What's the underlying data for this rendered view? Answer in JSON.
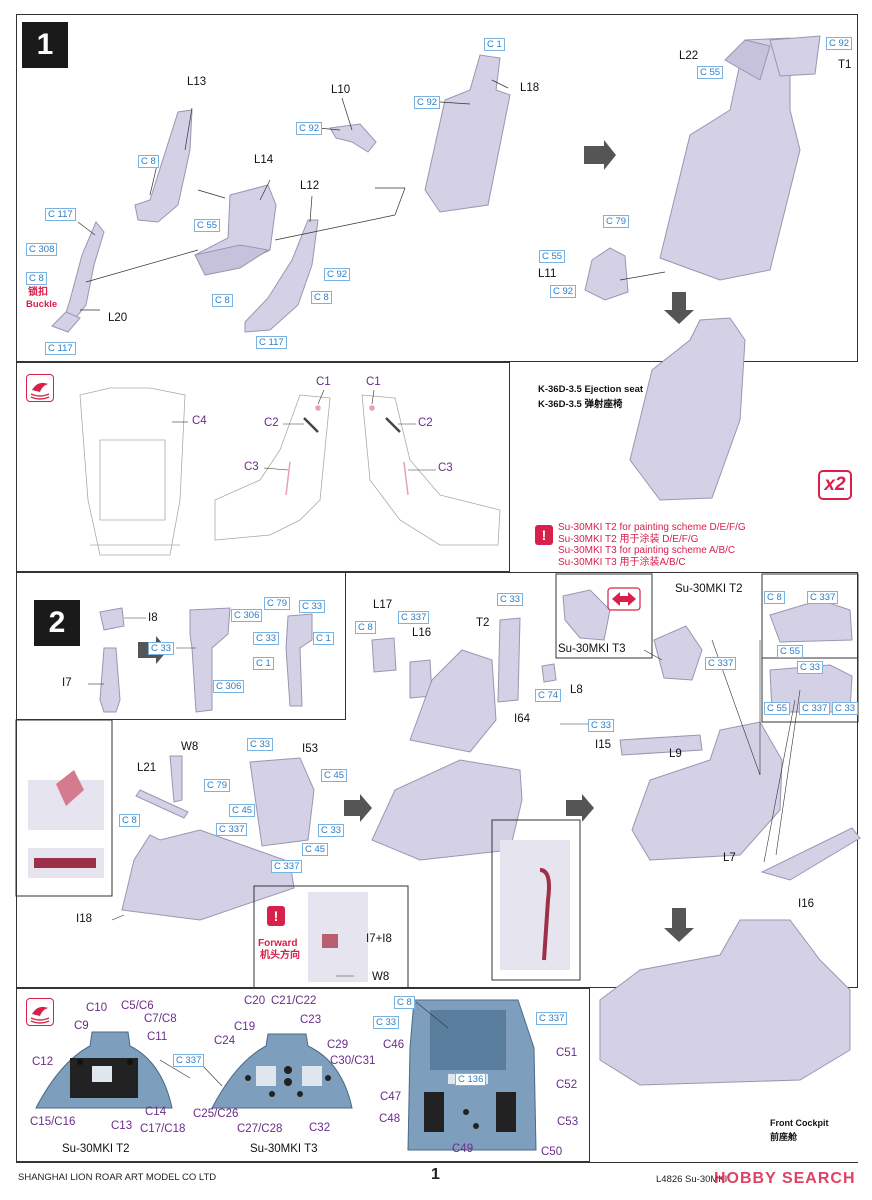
{
  "step1": {
    "number": "1",
    "labels": {
      "L13": "L13",
      "L10": "L10",
      "L18": "L18",
      "L14": "L14",
      "L12": "L12",
      "L20": "L20",
      "L22": "L22",
      "T1": "T1",
      "L11": "L11"
    },
    "tags": {
      "c1": "C 1",
      "c92a": "C 92",
      "c92b": "C 92",
      "c8a": "C 8",
      "c117a": "C 117",
      "c308": "C 308",
      "c8b": "C 8",
      "c55a": "C 55",
      "c92c": "C 92",
      "c8c": "C 8",
      "c8d": "C 8",
      "c117b": "C 117",
      "c117c": "C 117",
      "c92d": "C 92",
      "c55b": "C 55",
      "c79": "C 79",
      "c55c": "C 55",
      "c92e": "C 92"
    },
    "buckle_cn": "锁扣",
    "buckle_en": "Buckle",
    "seat_caption_en": "K-36D-3.5 Ejection seat",
    "seat_caption_cn": "K-36D-3.5 弹射座椅",
    "quantity": "x2"
  },
  "paint_detail": {
    "C4": "C4",
    "C1a": "C1",
    "C2a": "C2",
    "C3a": "C3",
    "C1b": "C1",
    "C2b": "C2",
    "C3b": "C3"
  },
  "notice": {
    "lines": [
      "Su-30MKI T2 for painting  scheme D/E/F/G",
      "Su-30MKI T2 用于涂装 D/E/F/G",
      "Su-30MKI T3 for painting  scheme A/B/C",
      "Su-30MKI T3 用于涂装A/B/C"
    ]
  },
  "step2": {
    "number": "2",
    "labels": {
      "I8": "I8",
      "I7": "I7",
      "L17": "L17",
      "L16": "L16",
      "T2": "T2",
      "L8": "L8",
      "I64": "I64",
      "I15": "I15",
      "L9": "L9",
      "L7": "L7",
      "I16": "I16",
      "L21": "L21",
      "W8": "W8",
      "I53": "I53",
      "I18": "I18",
      "I7I8": "I7+I8",
      "W8b": "W8",
      "T3": "Su-30MKI T3",
      "T2name": "Su-30MKI T2"
    },
    "tags": {
      "c306a": "C 306",
      "c79a": "C 79",
      "c33a": "C 33",
      "c33b": "C 33",
      "c1a": "C 1",
      "c33c": "C 33",
      "c1b": "C 1",
      "c306b": "C 306",
      "c8e": "C 8",
      "c337a": "C 337",
      "c33d": "C 33",
      "c74": "C 74",
      "c33e": "C 33",
      "c8f": "C 8",
      "c337b": "C 337",
      "c55d": "C 55",
      "c337c": "C 337",
      "c33f": "C 33",
      "c55e": "C 55",
      "c337d": "C 337",
      "c33g": "C 33",
      "c33h": "C 33",
      "c79b": "C 79",
      "c45a": "C 45",
      "c45b": "C 45",
      "c337e": "C 337",
      "c33i": "C 33",
      "c45c": "C 45",
      "c8g": "C 8",
      "c337f": "C 337"
    },
    "forward_en": "Forward",
    "forward_cn": "机头方向",
    "cockpit_caption_en": "Front Cockpit",
    "cockpit_caption_cn": "前座舱"
  },
  "panels": {
    "t2": {
      "name": "Su-30MKI T2",
      "c10": "C10",
      "c5c6": "C5/C6",
      "c9": "C9",
      "c7c8": "C7/C8",
      "c11": "C11",
      "c12": "C12",
      "c15c16": "C15/C16",
      "c13": "C13",
      "c14": "C14",
      "c17c18": "C17/C18"
    },
    "t3": {
      "name": "Su-30MKI T3",
      "c20": "C20",
      "c21c22": "C21/C22",
      "c19": "C19",
      "c23": "C23",
      "c24": "C24",
      "c29": "C29",
      "c30c31": "C30/C31",
      "c337": "C 337",
      "c25c26": "C25/C26",
      "c27c28": "C27/C28",
      "c32": "C32"
    },
    "side": {
      "c8": "C 8",
      "c33": "C 33",
      "c337": "C 337",
      "c46": "C46",
      "c51": "C51",
      "c136": "C 136",
      "c52": "C52",
      "c47": "C47",
      "c48": "C48",
      "c53": "C53",
      "c49": "C49",
      "c50": "C50"
    }
  },
  "footer": {
    "company": "SHANGHAI LION ROAR ART MODEL CO LTD",
    "page": "1",
    "product": "L4826 Su-30MKI",
    "watermark": "HOBBY SEARCH"
  },
  "colors": {
    "part_fill": "#d4d0e6",
    "part_stroke": "#9a96b2",
    "tag_blue": "#2a7ec8",
    "paint_purple": "#6a2c8a",
    "accent_red": "#d9204b",
    "panel_blue": "#7d9fbd"
  }
}
